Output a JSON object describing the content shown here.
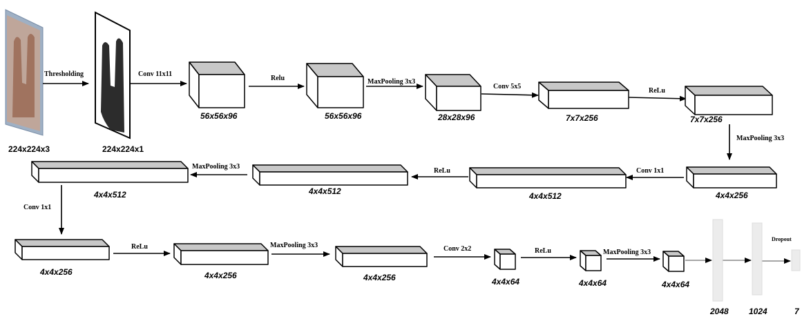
{
  "colors": {
    "block_face": "#ffffff",
    "block_top": "#c8c8c8",
    "block_side": "#ffffff",
    "stroke": "#000000",
    "fc_bar": "#ececec"
  },
  "input": {
    "label": "224x224x3"
  },
  "threshold": {
    "label": "224x224x1"
  },
  "ops": {
    "thresholding": "Thresholding",
    "conv11": "Conv 11x11",
    "relu1": "Relu",
    "maxpool1": "MaxPooling 3x3",
    "conv5": "Conv 5x5",
    "relu2": "ReLu",
    "maxpool2": "MaxPooling 3x3",
    "conv1a": "Conv 1x1",
    "relu3": "ReLu",
    "maxpool3": "MaxPooling 3x3",
    "conv1b": "Conv 1x1",
    "relu4": "ReLu",
    "maxpool4": "MaxPooling 3x3",
    "conv2": "Conv 2x2",
    "relu5": "ReLu",
    "maxpool5": "MaxPooling 3x3",
    "dropout": "Dropout"
  },
  "blocks": {
    "b1": "56x56x96",
    "b2": "56x56x96",
    "b3": "28x28x96",
    "b4": "7x7x256",
    "b5": "7x7x256",
    "b6": "4x4x256",
    "b7": "4x4x512",
    "b8": "4x4x512",
    "b9": "4x4x512",
    "b10": "4x4x256",
    "b11": "4x4x256",
    "b12": "4x4x256",
    "b13": "4x4x64",
    "b14": "4x4x64",
    "b15": "4x4x64"
  },
  "fc": {
    "fc1": "2048",
    "fc2": "1024",
    "fc3": "7"
  }
}
